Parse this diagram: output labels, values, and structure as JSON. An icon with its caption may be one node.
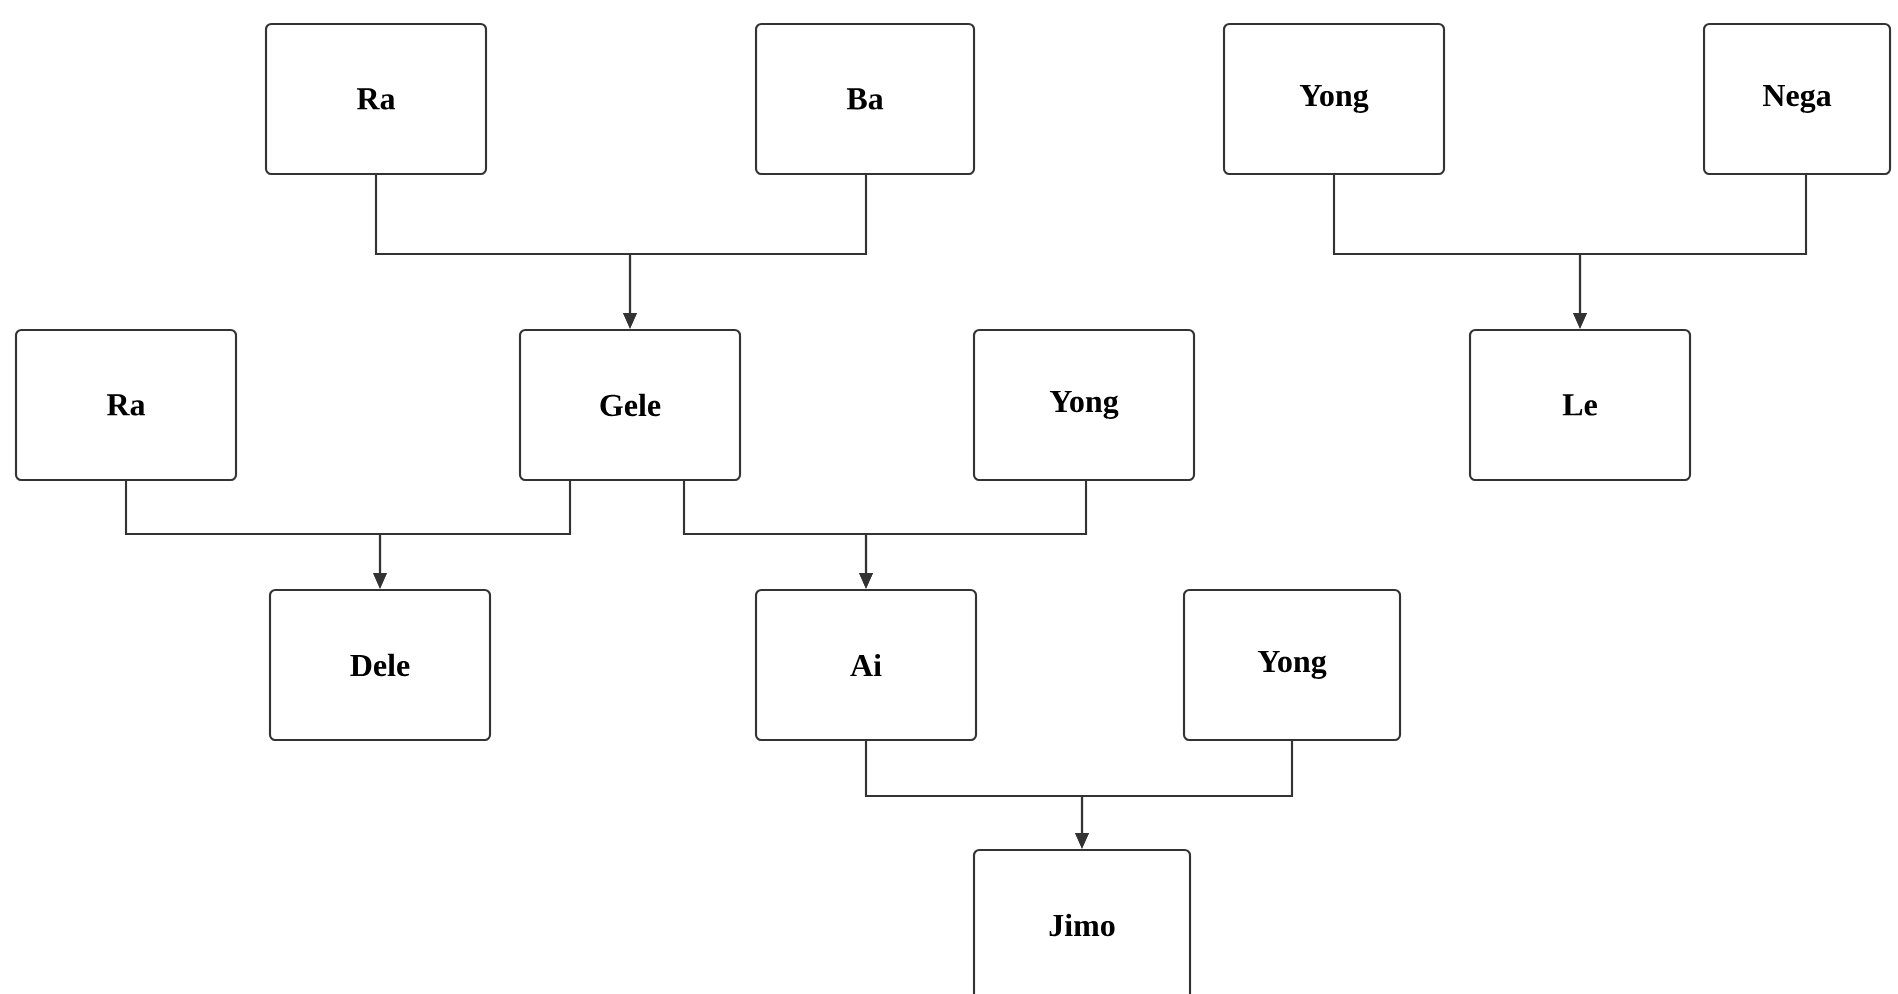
{
  "diagram": {
    "nodes": [
      {
        "text": [
          "Ra"
        ]
      },
      {
        "text": [
          "Ba"
        ]
      },
      {
        "text": [
          "Yong"
        ]
      },
      {
        "text": [
          "Nega"
        ]
      },
      {
        "text": [
          "Ra"
        ]
      },
      {
        "text": [
          "Gele"
        ]
      },
      {
        "text": [
          "Yong"
        ]
      },
      {
        "text": [
          "Le"
        ]
      },
      {
        "text": [
          "Dele"
        ]
      },
      {
        "text": [
          "Ai"
        ]
      },
      {
        "text": [
          "Yong"
        ]
      },
      {
        "text": [
          "Jimo"
        ]
      }
    ],
    "edges": [
      {
        "from": 0,
        "to": 5,
        "arrow": "to"
      },
      {
        "from": 1,
        "to": 5,
        "arrow": "to"
      },
      {
        "from": 2,
        "to": 7,
        "arrow": "to"
      },
      {
        "from": 3,
        "to": 7,
        "arrow": "to"
      },
      {
        "from": 4,
        "to": 8,
        "arrow": "to"
      },
      {
        "from": 5,
        "to": 8,
        "arrow": "to"
      },
      {
        "from": 5,
        "to": 9,
        "arrow": "to"
      },
      {
        "from": 6,
        "to": 9,
        "arrow": "to"
      },
      {
        "from": 9,
        "to": 11,
        "arrow": "to"
      },
      {
        "from": 10,
        "to": 11,
        "arrow": "to"
      }
    ]
  }
}
